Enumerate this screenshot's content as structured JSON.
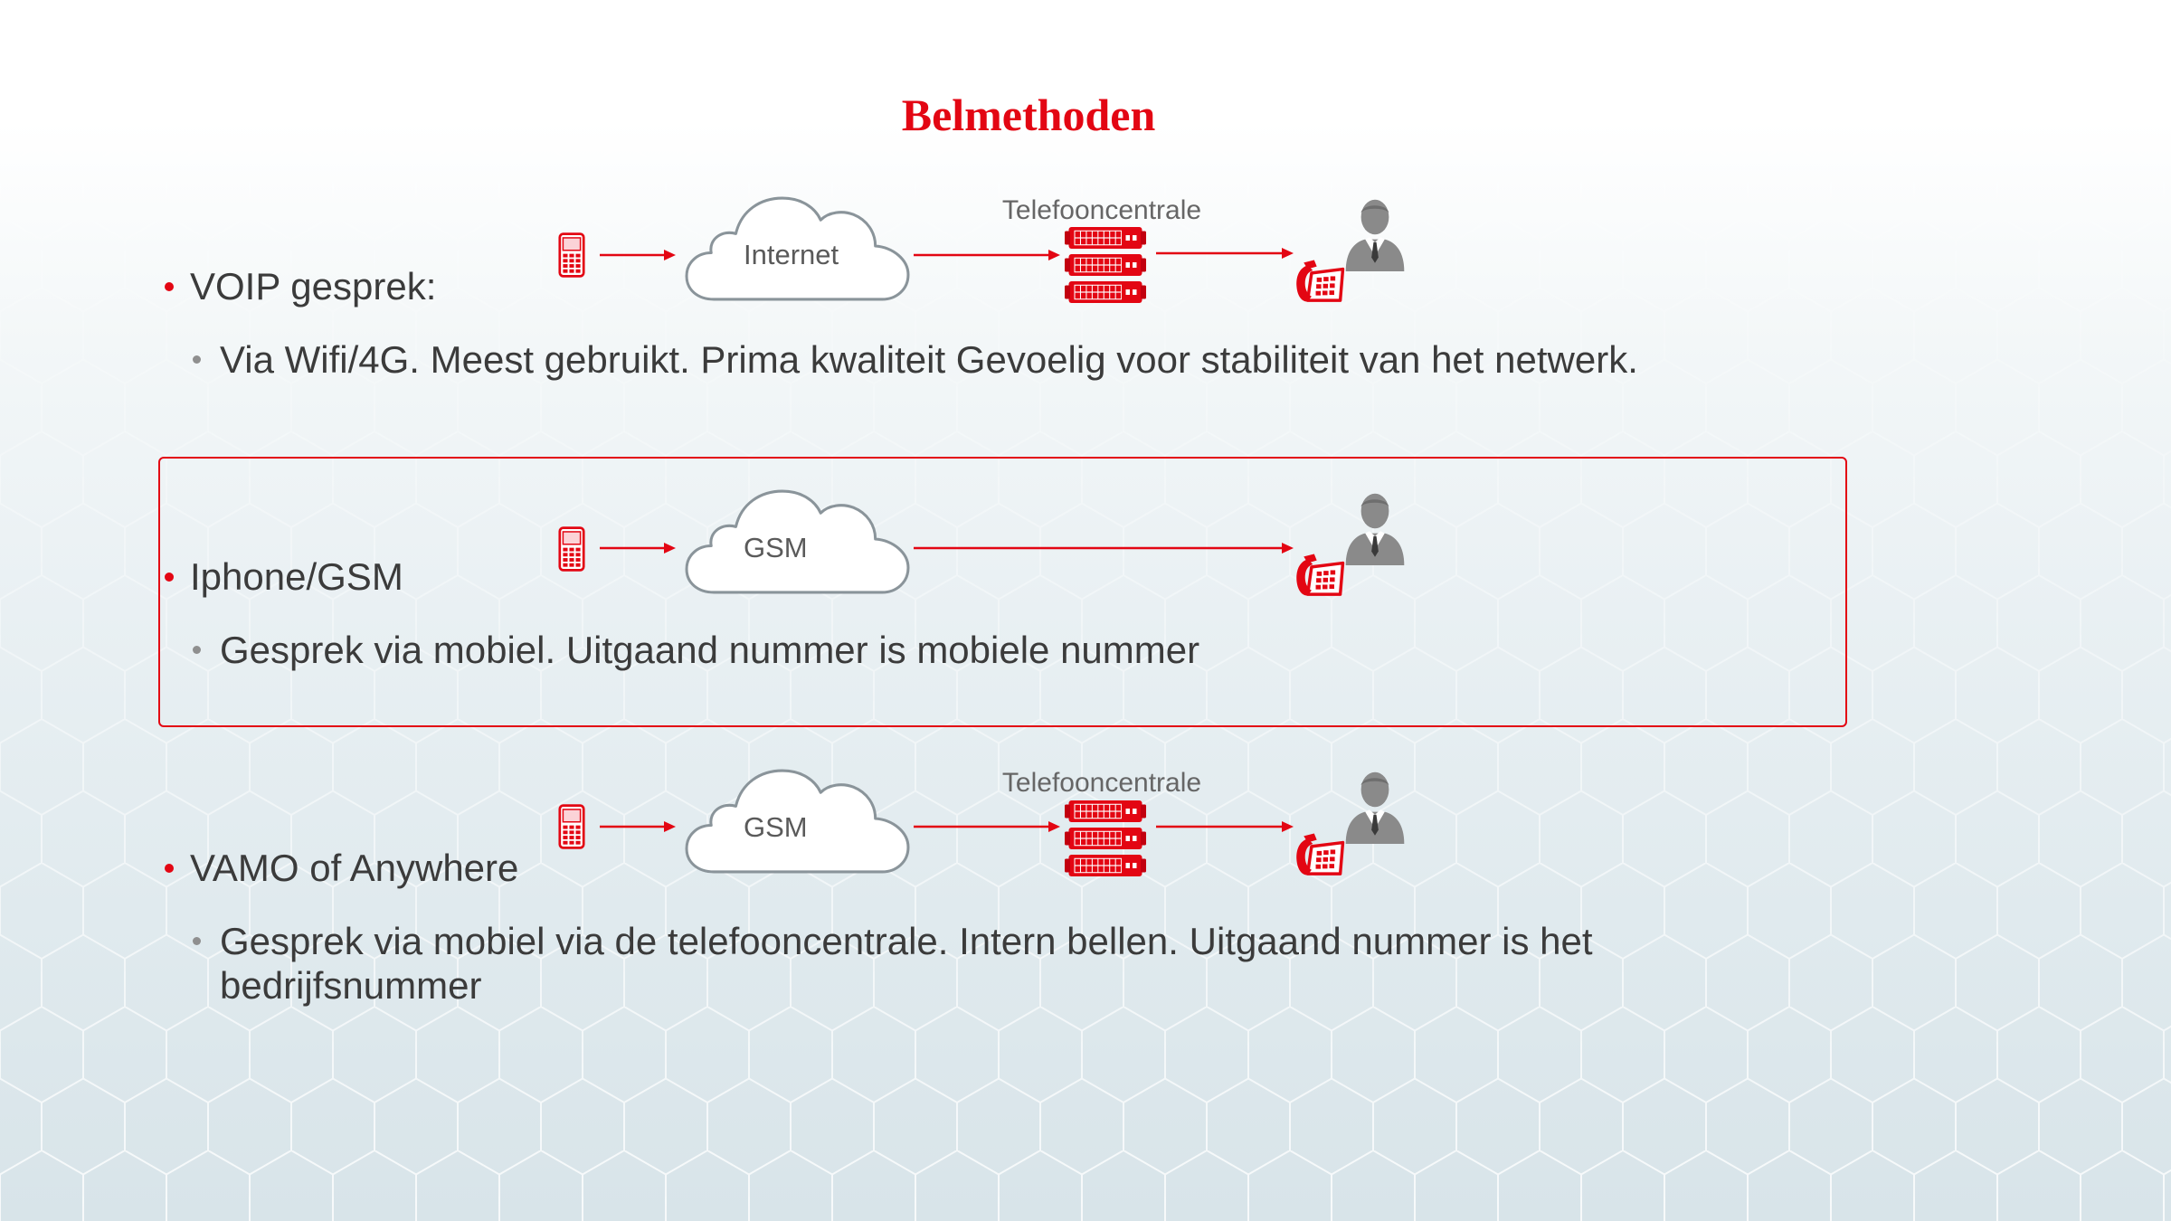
{
  "slide": {
    "title": "Belmethoden"
  },
  "colors": {
    "accent": "#e30613",
    "text": "#3b3b3b",
    "muted": "#666666",
    "cloud_outline": "#8a949a",
    "person": "#8a8a8a",
    "background_bottom": "#d8e4e9"
  },
  "sections": [
    {
      "heading": "VOIP gesprek:",
      "detail": "Via Wifi/4G. Meest gebruikt. Prima kwaliteit Gevoelig voor stabiliteit van het netwerk.",
      "diagram": {
        "source_icon": "mobile-phone-icon",
        "network_icon": "cloud-icon",
        "network_label": "Internet",
        "exchange_icon": "server-icon",
        "exchange_label": "Telefooncentrale",
        "destination_icon": "desk-phone-icon",
        "recipient_icon": "person-icon"
      }
    },
    {
      "heading": "Iphone/GSM",
      "detail": "Gesprek via mobiel. Uitgaand nummer is mobiele nummer",
      "diagram": {
        "source_icon": "mobile-phone-icon",
        "network_icon": "cloud-icon",
        "network_label": "GSM",
        "destination_icon": "desk-phone-icon",
        "recipient_icon": "person-icon"
      }
    },
    {
      "heading": "VAMO of Anywhere",
      "detail": "Gesprek via mobiel via de telefooncentrale. Intern bellen. Uitgaand nummer is het bedrijfsnummer",
      "diagram": {
        "source_icon": "mobile-phone-icon",
        "network_icon": "cloud-icon",
        "network_label": "GSM",
        "exchange_icon": "server-icon",
        "exchange_label": "Telefooncentrale",
        "destination_icon": "desk-phone-icon",
        "recipient_icon": "person-icon"
      }
    }
  ]
}
